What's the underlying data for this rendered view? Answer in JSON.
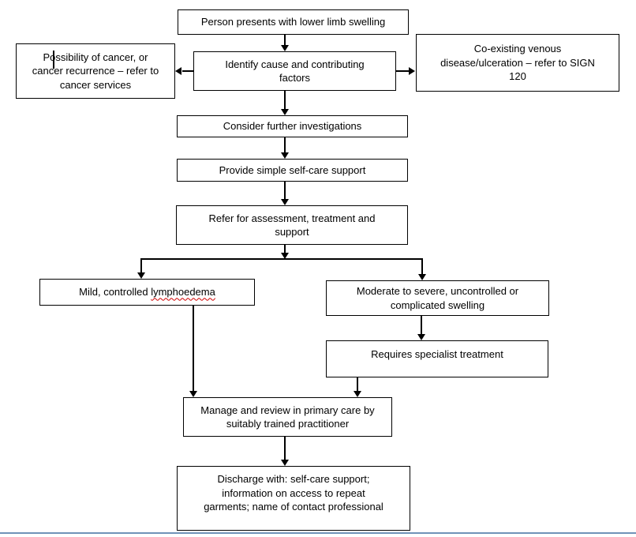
{
  "document": {
    "background_color": "#ffffff",
    "footer_rule_color": "#7093b8"
  },
  "flowchart": {
    "nodes": {
      "present": {
        "text": "Person presents with lower limb swelling"
      },
      "cancer": {
        "text": "Possibility of cancer, or cancer recurrence – refer to cancer services"
      },
      "identify": {
        "text": "Identify cause and contributing factors"
      },
      "venous": {
        "text": "Co-existing venous disease/ulceration – refer to SIGN 120"
      },
      "investigations": {
        "text": "Consider further investigations"
      },
      "selfcare": {
        "text": "Provide simple self-care support"
      },
      "refer": {
        "text": "Refer for assessment, treatment and support"
      },
      "mild": {
        "text_before": "Mild, controlled ",
        "text_spellchecked": "lymphoedema"
      },
      "moderate": {
        "text": "Moderate to severe, uncontrolled or complicated swelling"
      },
      "specialist": {
        "text": "Requires specialist treatment"
      },
      "manage": {
        "text": "Manage and review in primary care by suitably trained practitioner"
      },
      "discharge": {
        "text": "Discharge with: self-care support; information on access to repeat garments; name of contact professional"
      }
    },
    "edges": [
      {
        "from": "present",
        "to": "identify"
      },
      {
        "from": "identify",
        "to": "cancer"
      },
      {
        "from": "identify",
        "to": "venous"
      },
      {
        "from": "identify",
        "to": "investigations"
      },
      {
        "from": "investigations",
        "to": "selfcare"
      },
      {
        "from": "selfcare",
        "to": "refer"
      },
      {
        "from": "refer",
        "to": "mild"
      },
      {
        "from": "refer",
        "to": "moderate"
      },
      {
        "from": "moderate",
        "to": "specialist"
      },
      {
        "from": "mild",
        "to": "manage"
      },
      {
        "from": "specialist",
        "to": "manage"
      },
      {
        "from": "manage",
        "to": "discharge"
      }
    ]
  }
}
